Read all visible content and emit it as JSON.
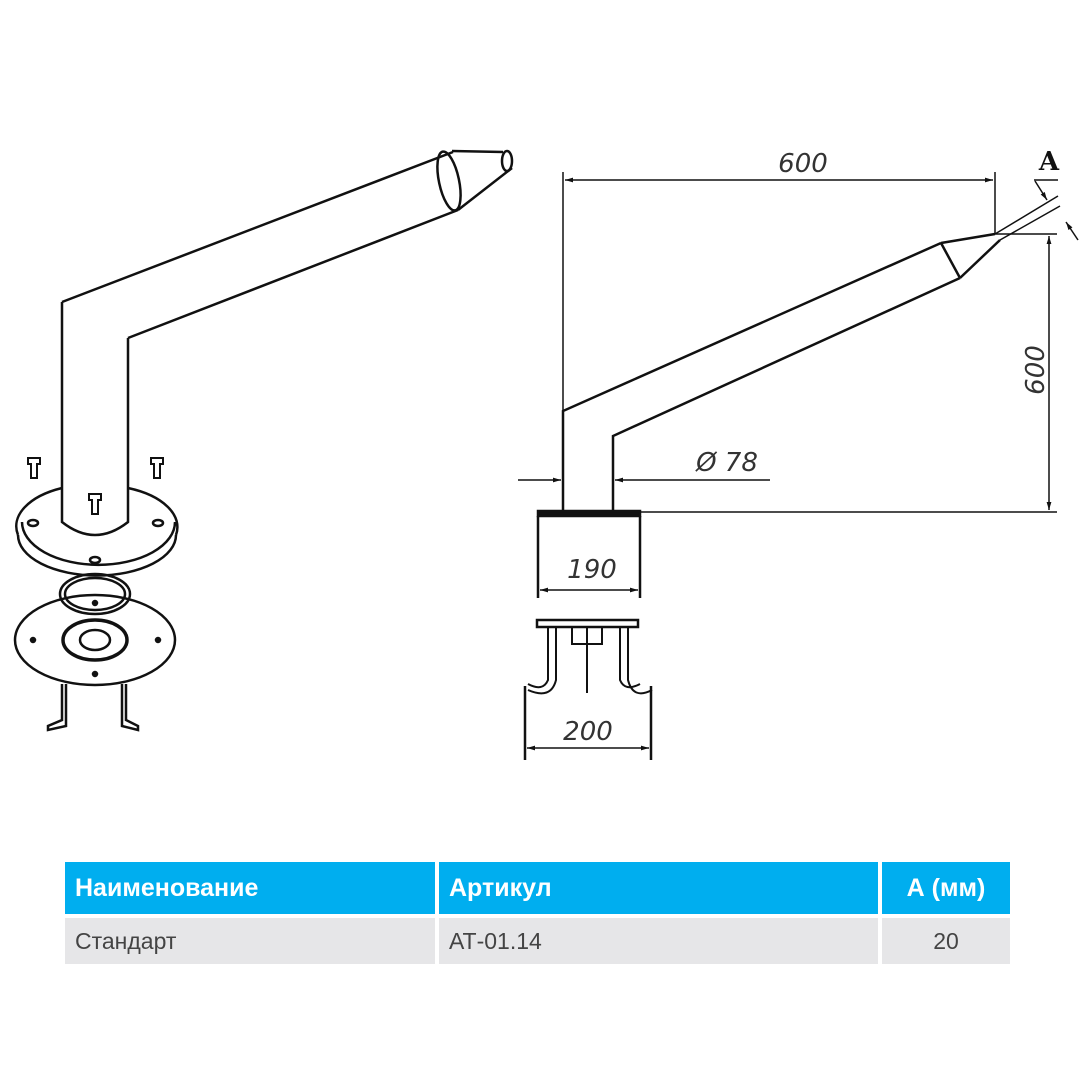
{
  "dimensions": {
    "horizontal_reach": "600",
    "vertical_rise": "600",
    "pipe_diameter": "Ø 78",
    "flange_width": "190",
    "base_width": "200",
    "angle_marker": "A"
  },
  "table": {
    "headers": [
      "Наименование",
      "Артикул",
      "А (мм)"
    ],
    "rows": [
      [
        "Стандарт",
        "АТ-01.14",
        "20"
      ]
    ]
  },
  "colors": {
    "header_bg": "#00aeef",
    "row_bg": "#e6e6e8"
  }
}
